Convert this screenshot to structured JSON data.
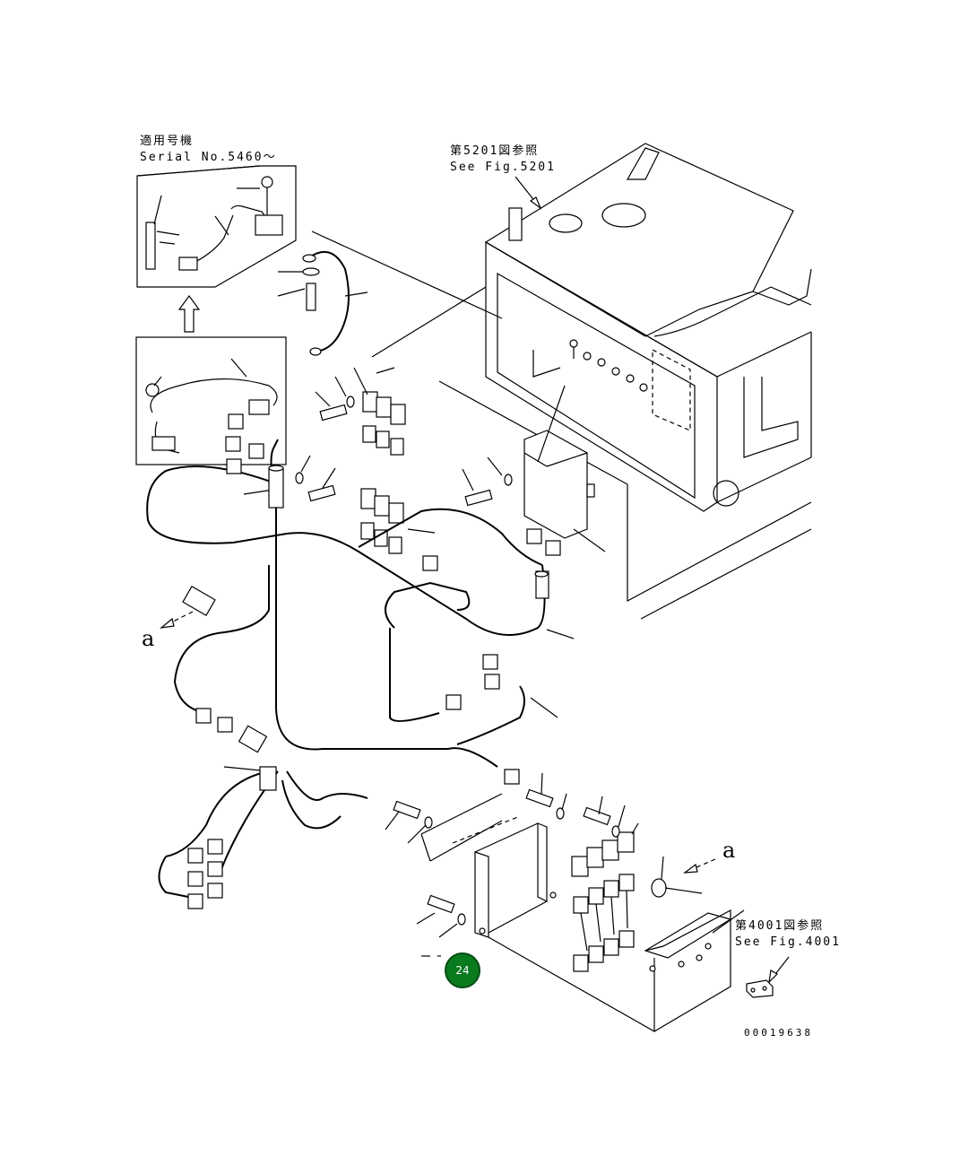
{
  "inset_top": {
    "line1": "適用号機",
    "line2": "Serial No.5460〜"
  },
  "ref_top": {
    "line1": "第5201図参照",
    "line2": "See Fig.5201"
  },
  "ref_bottom": {
    "line1": "第4001図参照",
    "line2": "See Fig.4001"
  },
  "view_markers": {
    "left": "a",
    "right": "a"
  },
  "callout": {
    "number": "24",
    "color": "#0a7a1e"
  },
  "drawing_number": "00019638"
}
